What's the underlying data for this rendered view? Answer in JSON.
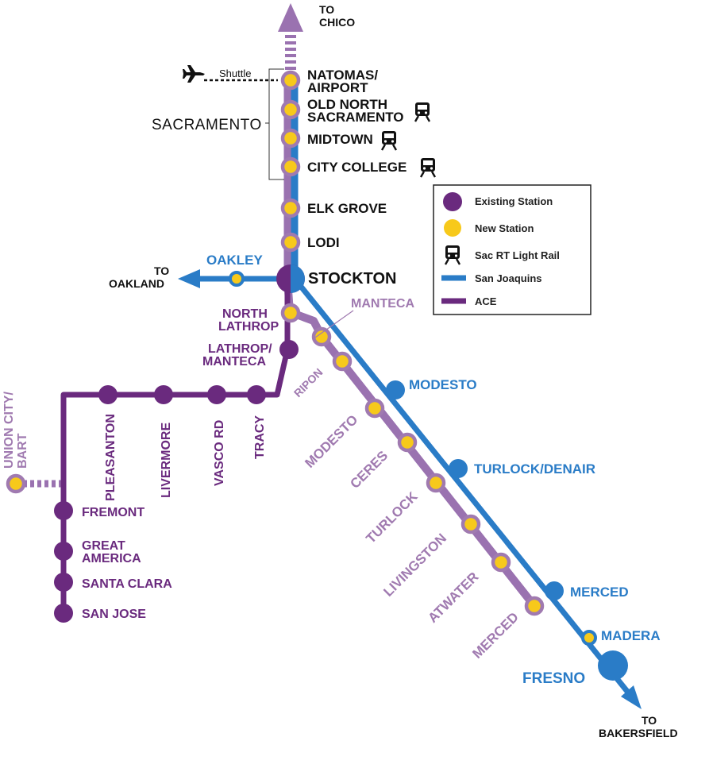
{
  "colors": {
    "ace": "#6a2a7e",
    "ace_new": "#a07ab0",
    "san_joaquins": "#2a7cc7",
    "new_station": "#f7c91b",
    "black": "#111111"
  },
  "destinations": {
    "chico": [
      "TO",
      "CHICO"
    ],
    "oakland": [
      "TO",
      "OAKLAND"
    ],
    "bakersfield": [
      "TO",
      "BAKERSFIELD"
    ]
  },
  "shuttle_label": "Shuttle",
  "sacramento_label": "SACRAMENTO",
  "stations": {
    "natomas": [
      "NATOMAS/",
      "AIRPORT"
    ],
    "old_north": [
      "OLD NORTH",
      "SACRAMENTO"
    ],
    "midtown": "MIDTOWN",
    "city_college": "CITY COLLEGE",
    "elk_grove": "ELK GROVE",
    "lodi": "LODI",
    "oakley": "OAKLEY",
    "stockton": "STOCKTON",
    "north_lathrop": [
      "NORTH",
      "LATHROP"
    ],
    "manteca": "MANTECA",
    "lathrop_manteca": [
      "LATHROP/",
      "MANTECA"
    ],
    "tracy": "TRACY",
    "vasco_rd": "VASCO RD",
    "livermore": "LIVERMORE",
    "pleasanton": "PLEASANTON",
    "union_city": [
      "UNION CITY/",
      "BART"
    ],
    "fremont": "FREMONT",
    "great_america": [
      "GREAT",
      "AMERICA"
    ],
    "santa_clara": "SANTA CLARA",
    "san_jose": "SAN JOSE",
    "ripon": "RIPON",
    "modesto_ace": "MODESTO",
    "ceres": "CERES",
    "turlock_ace": "TURLOCK",
    "livingston": "LIVINGSTON",
    "atwater": "ATWATER",
    "merced_ace": "MERCED",
    "modesto_sj": "MODESTO",
    "turlock_denair": "TURLOCK/DENAIR",
    "merced_sj": "MERCED",
    "madera": "MADERA",
    "fresno": "FRESNO"
  },
  "legend": {
    "existing_station": "Existing Station",
    "new_station": "New Station",
    "light_rail": "Sac RT Light Rail",
    "san_joaquins": "San Joaquins",
    "ace": "ACE"
  },
  "icons": {
    "airplane": "airplane-icon",
    "light_rail": "light-rail-icon"
  }
}
